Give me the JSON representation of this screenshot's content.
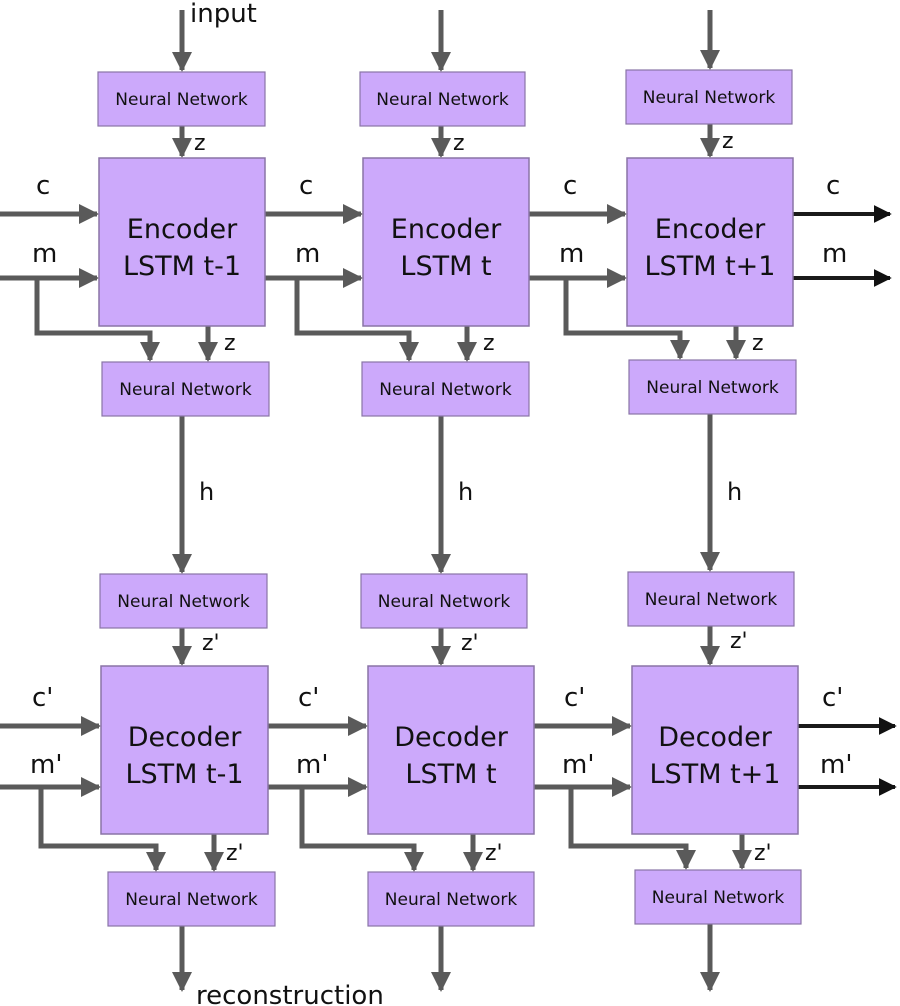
{
  "io": {
    "input": "input",
    "output": "reconstruction"
  },
  "nn_label": "Neural Network",
  "encoder": {
    "line1": "Encoder",
    "steps": [
      "LSTM t-1",
      "LSTM t",
      "LSTM t+1"
    ]
  },
  "decoder": {
    "line1": "Decoder",
    "steps": [
      "LSTM t-1",
      "LSTM t",
      "LSTM t+1"
    ]
  },
  "edge_labels": {
    "z": "z",
    "c": "c",
    "m": "m",
    "h": "h",
    "z_prime": "z'",
    "c_prime": "c'",
    "m_prime": "m'"
  },
  "colors": {
    "box_fill": "#cca9fb",
    "box_stroke": "#8a74a6",
    "arrow": "#5a5a5a",
    "arrow_dark": "#1a1a1a"
  }
}
